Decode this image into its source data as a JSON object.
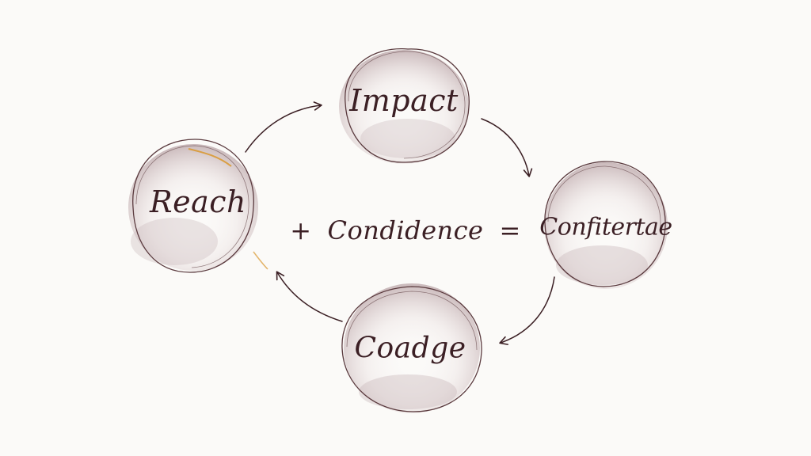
{
  "diagram": {
    "nodes": [
      {
        "id": "impact",
        "label": "Impact"
      },
      {
        "id": "reach",
        "label": "Reach"
      },
      {
        "id": "confi",
        "label": "Confitertae"
      },
      {
        "id": "coad",
        "label": "Coadge"
      }
    ],
    "center": {
      "plus": "+",
      "word": "Condidence",
      "equals": "="
    },
    "edges": [
      {
        "from": "reach",
        "to": "impact"
      },
      {
        "from": "impact",
        "to": "confi"
      },
      {
        "from": "confi",
        "to": "coad"
      },
      {
        "from": "coad",
        "to": "reach"
      }
    ],
    "colors": {
      "ink": "#3b1f24",
      "wash": "#c9b7b9",
      "accent": "#d9962c"
    }
  }
}
